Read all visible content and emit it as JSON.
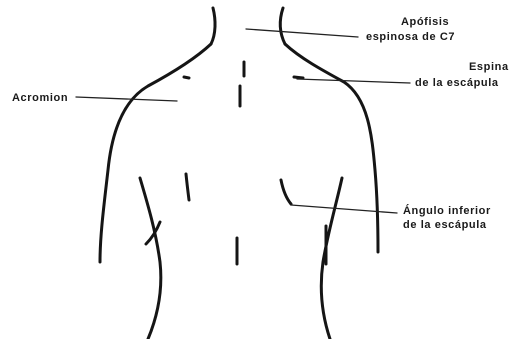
{
  "labels": {
    "c7_line1": "Apófisis",
    "c7_line2": "espinosa de C7",
    "spine_line1": "Espina",
    "spine_line2": "de la escápula",
    "acromion": "Acromion",
    "inferior_line1": "Ángulo inferior",
    "inferior_line2": "de la escápula"
  },
  "colors": {
    "background": "#ffffff",
    "ink": "#151515"
  }
}
